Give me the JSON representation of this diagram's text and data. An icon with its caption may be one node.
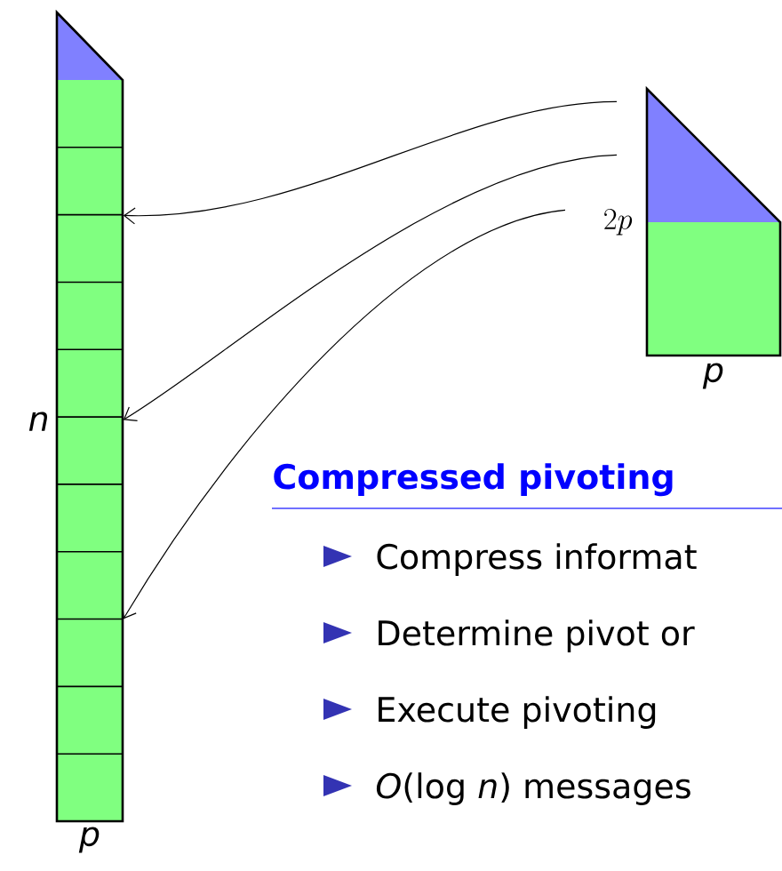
{
  "diagram": {
    "nodes": [
      {
        "text": [],
        "shape": "bar",
        "beside": [
          "n",
          "p"
        ]
      },
      {
        "text": [],
        "shape": "box",
        "beside": [
          "2p",
          "p"
        ]
      }
    ],
    "edges": [
      {
        "from": 1,
        "to": 0,
        "arrow": "to"
      },
      {
        "from": 1,
        "to": 0,
        "arrow": "to"
      },
      {
        "from": 1,
        "to": 0,
        "arrow": "to"
      }
    ],
    "labels": [
      "Compressed pivoting",
      "Compress informat",
      "Determine pivot or",
      "Execute pivoting",
      "*O*(log *n*) messages"
    ]
  }
}
